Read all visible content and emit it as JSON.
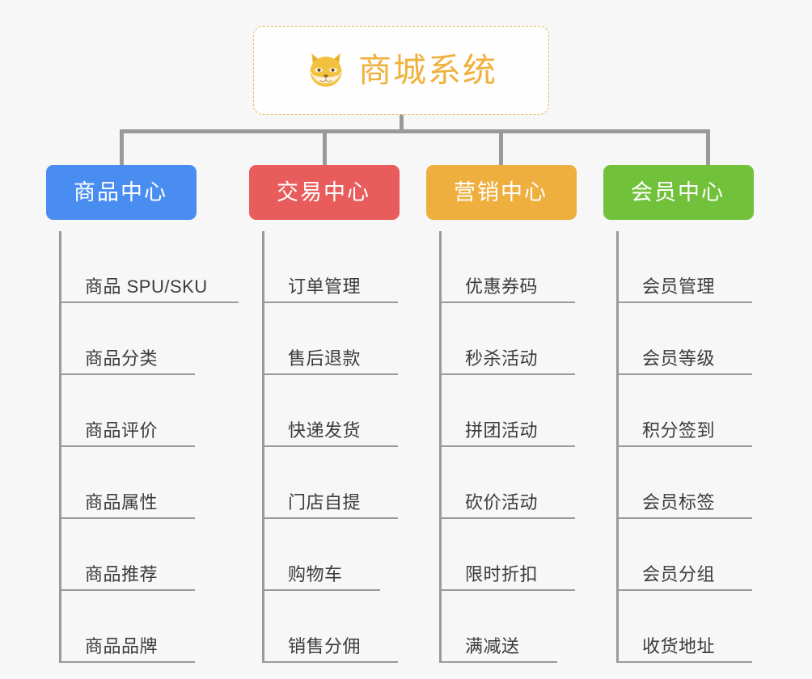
{
  "root": {
    "title": "商城系统",
    "icon": "shiba-dog-emoji",
    "border_color": "#e8b95a",
    "text_color": "#f0b03c",
    "background": "#fefefe"
  },
  "canvas": {
    "background": "#f7f7f7",
    "connector_color": "#9a9a9a"
  },
  "columns": [
    {
      "id": "product-center",
      "title": "商品中心",
      "color": "#4a8df0",
      "items": [
        "商品 SPU/SKU",
        "商品分类",
        "商品评价",
        "商品属性",
        "商品推荐",
        "商品品牌"
      ]
    },
    {
      "id": "trade-center",
      "title": "交易中心",
      "color": "#e85c5c",
      "items": [
        "订单管理",
        "售后退款",
        "快递发货",
        "门店自提",
        "购物车",
        "销售分佣"
      ]
    },
    {
      "id": "marketing-center",
      "title": "营销中心",
      "color": "#eeaf3f",
      "items": [
        "优惠券码",
        "秒杀活动",
        "拼团活动",
        "砍价活动",
        "限时折扣",
        "满减送"
      ]
    },
    {
      "id": "member-center",
      "title": "会员中心",
      "color": "#72c13b",
      "items": [
        "会员管理",
        "会员等级",
        "积分签到",
        "会员标签",
        "会员分组",
        "收货地址"
      ]
    }
  ]
}
